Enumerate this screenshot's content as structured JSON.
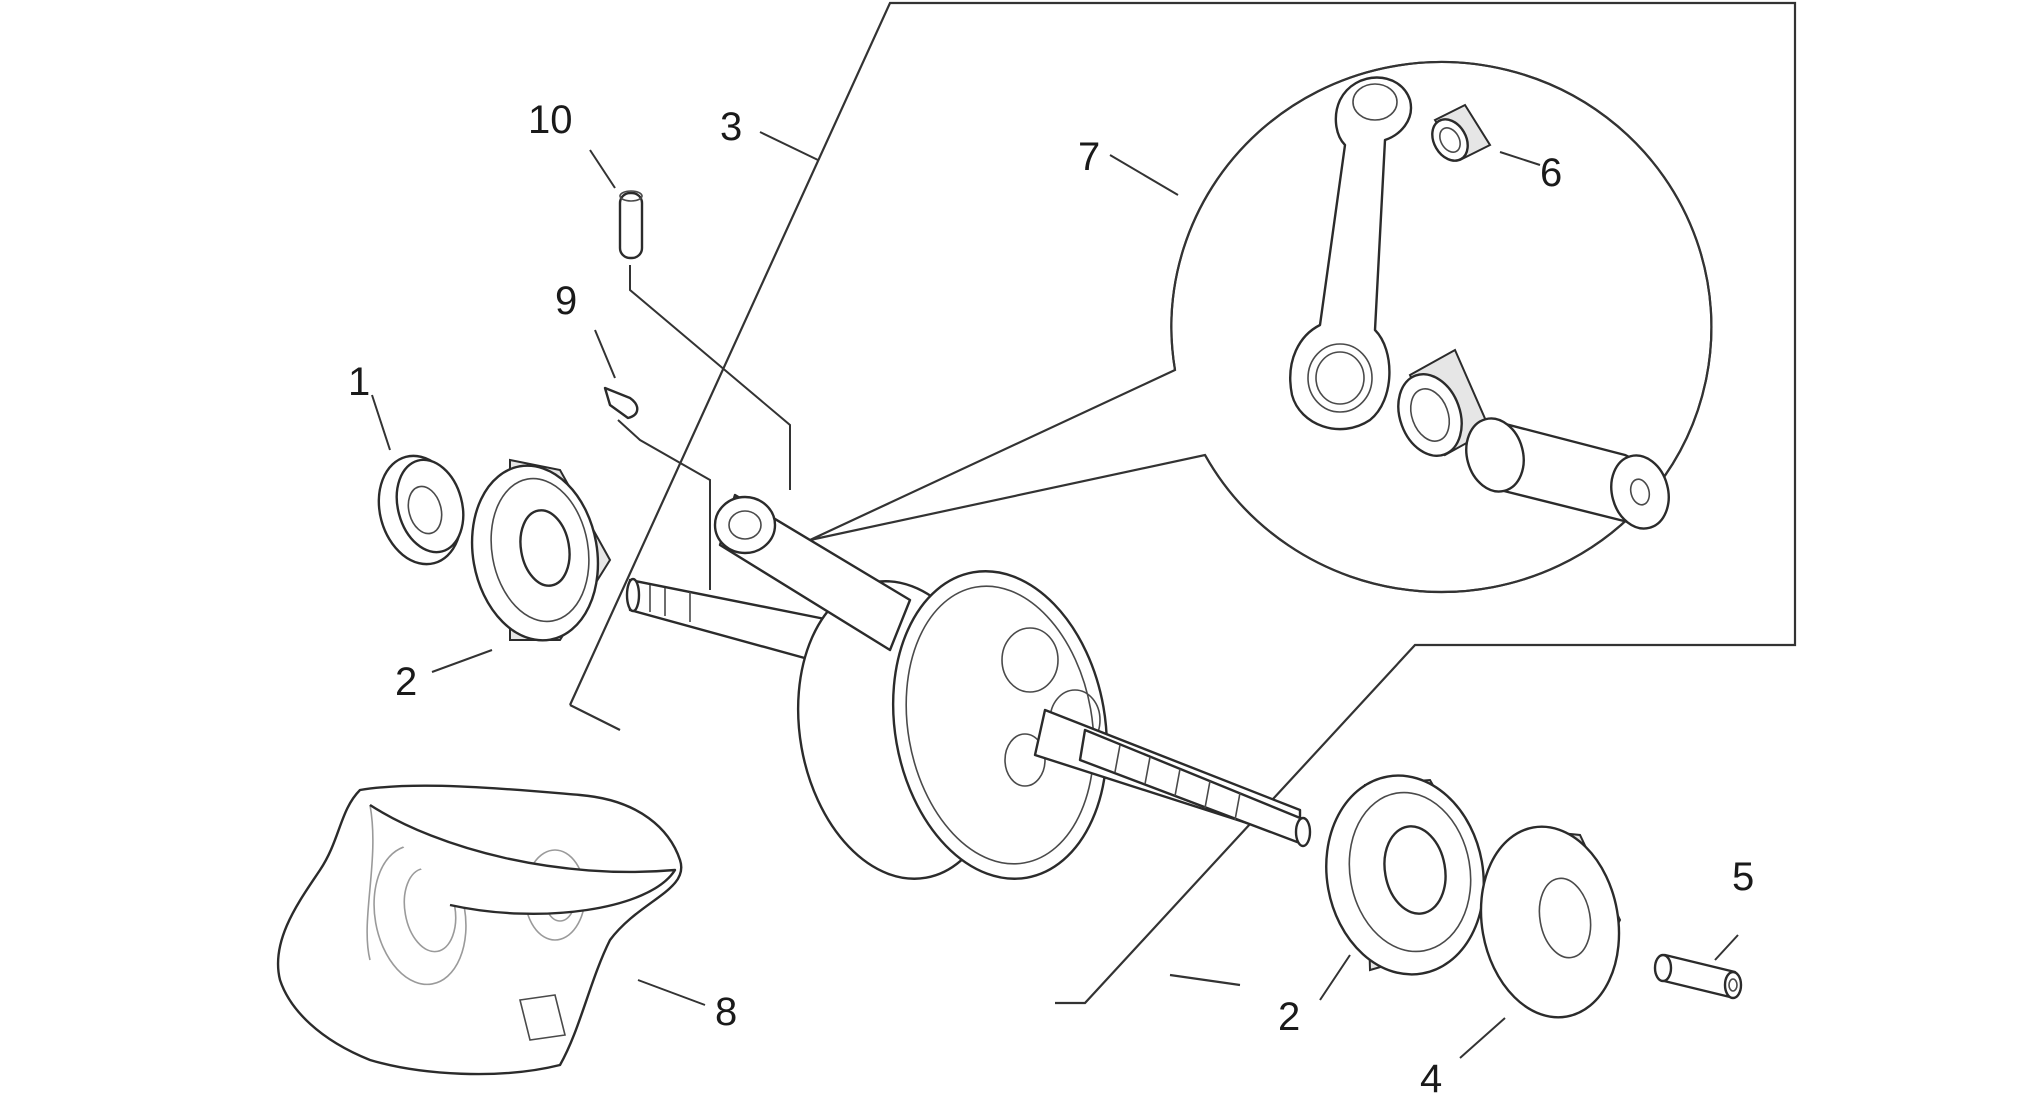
{
  "diagram": {
    "callouts": [
      {
        "id": "1",
        "label": "1"
      },
      {
        "id": "2a",
        "label": "2"
      },
      {
        "id": "2b",
        "label": "2"
      },
      {
        "id": "3",
        "label": "3"
      },
      {
        "id": "4",
        "label": "4"
      },
      {
        "id": "5",
        "label": "5"
      },
      {
        "id": "6",
        "label": "6"
      },
      {
        "id": "7",
        "label": "7"
      },
      {
        "id": "8",
        "label": "8"
      },
      {
        "id": "9",
        "label": "9"
      },
      {
        "id": "10",
        "label": "10"
      }
    ]
  }
}
